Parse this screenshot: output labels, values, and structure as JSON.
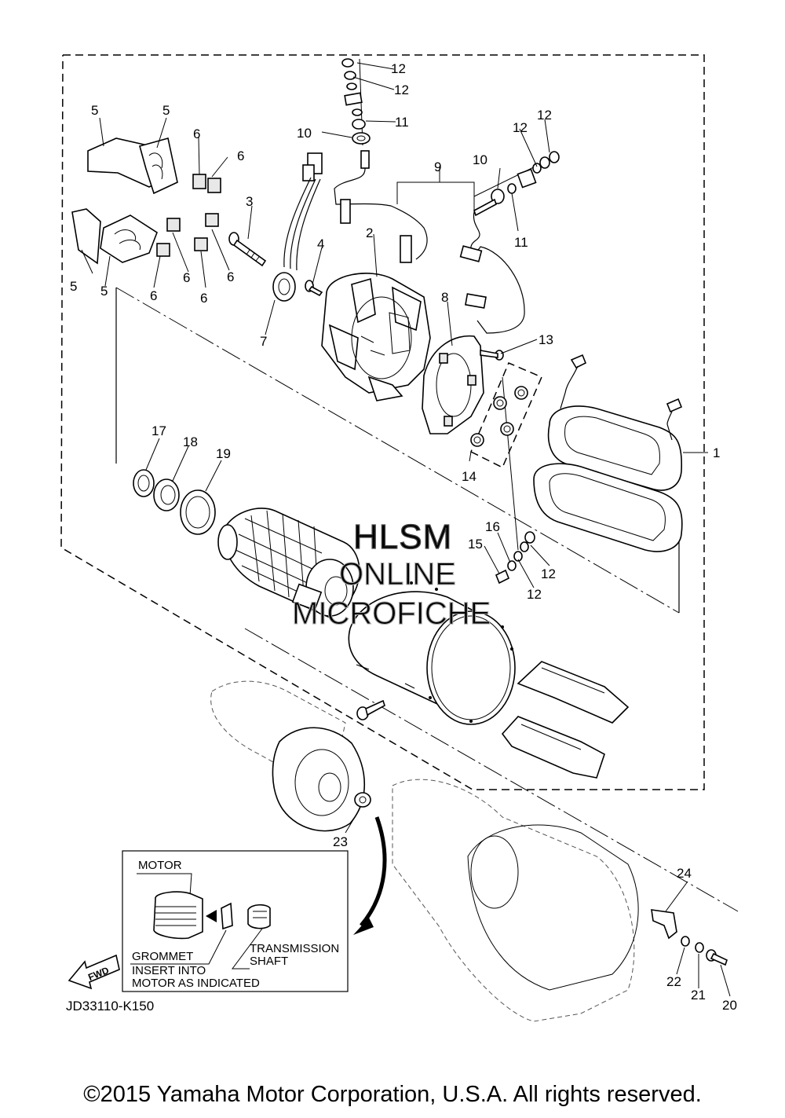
{
  "diagram_code": "JD33110-K150",
  "copyright": "©2015 Yamaha Motor Corporation, U.S.A. All rights reserved.",
  "watermark": [
    "HLSM",
    "ONLINE",
    "MICROFICHE"
  ],
  "callouts": {
    "c1": "1",
    "c2": "2",
    "c3": "3",
    "c4": "4",
    "c5a": "5",
    "c5b": "5",
    "c5c": "5",
    "c5d": "5",
    "c6a": "6",
    "c6b": "6",
    "c6c": "6",
    "c6d": "6",
    "c6e": "6",
    "c6f": "6",
    "c7": "7",
    "c8": "8",
    "c9": "9",
    "c10a": "10",
    "c10b": "10",
    "c11a": "11",
    "c11b": "11",
    "c12a": "12",
    "c12b": "12",
    "c12c": "12",
    "c12d": "12",
    "c12e": "12",
    "c12f": "12",
    "c13": "13",
    "c14": "14",
    "c15": "15",
    "c16": "16",
    "c17": "17",
    "c18": "18",
    "c19": "19",
    "c20": "20",
    "c21": "21",
    "c22": "22",
    "c23": "23",
    "c24": "24"
  },
  "inset": {
    "motor": "MOTOR",
    "grommet": "GROMMET",
    "insert_line1": "INSERT INTO",
    "insert_line2": "MOTOR AS INDICATED",
    "trans_line1": "TRANSMISSION",
    "trans_line2": "SHAFT"
  },
  "fwd": "FWD"
}
